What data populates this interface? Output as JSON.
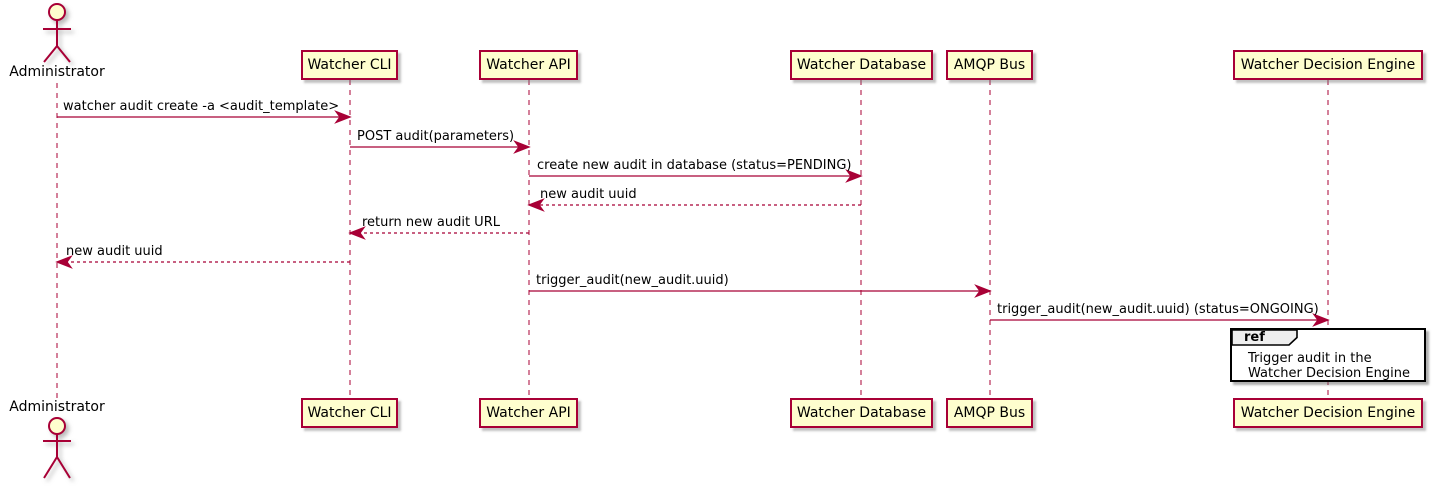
{
  "diagram": {
    "type": "sequence-diagram",
    "colors": {
      "participant_fill": "#FEFECE",
      "participant_border": "#A80036",
      "line": "#A80036",
      "text": "#000000",
      "ref_border": "#000000",
      "ref_header_fill": "#EEEEEE",
      "background": "#FFFFFF"
    },
    "actor": {
      "name": "Administrator"
    },
    "participants": [
      {
        "name": "Watcher CLI"
      },
      {
        "name": "Watcher API"
      },
      {
        "name": "Watcher Database"
      },
      {
        "name": "AMQP Bus"
      },
      {
        "name": "Watcher Decision Engine"
      }
    ],
    "messages": [
      {
        "from": "Administrator",
        "to": "Watcher CLI",
        "label": "watcher audit create -a <audit_template>",
        "line": "solid"
      },
      {
        "from": "Watcher CLI",
        "to": "Watcher API",
        "label": "POST audit(parameters)",
        "line": "solid"
      },
      {
        "from": "Watcher API",
        "to": "Watcher Database",
        "label": "create new audit in database (status=PENDING)",
        "line": "solid"
      },
      {
        "from": "Watcher Database",
        "to": "Watcher API",
        "label": "new audit uuid",
        "line": "dashed"
      },
      {
        "from": "Watcher API",
        "to": "Watcher CLI",
        "label": "return new audit URL",
        "line": "dashed"
      },
      {
        "from": "Watcher CLI",
        "to": "Administrator",
        "label": "new audit uuid",
        "line": "dashed"
      },
      {
        "from": "Watcher API",
        "to": "AMQP Bus",
        "label": "trigger_audit(new_audit.uuid)",
        "line": "solid"
      },
      {
        "from": "AMQP Bus",
        "to": "Watcher Decision Engine",
        "label": "trigger_audit(new_audit.uuid) (status=ONGOING)",
        "line": "solid"
      }
    ],
    "ref": {
      "keyword": "ref",
      "over": "Watcher Decision Engine",
      "lines": [
        "Trigger audit in the",
        "Watcher Decision Engine"
      ]
    }
  }
}
